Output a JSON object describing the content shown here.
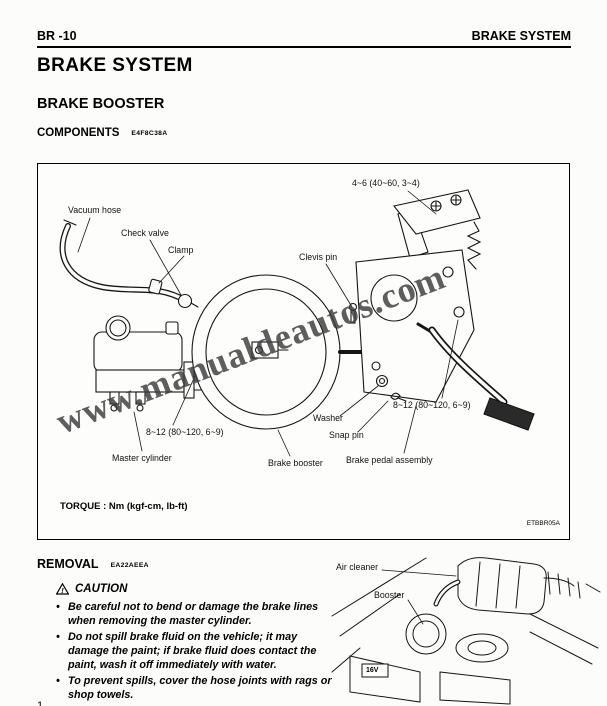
{
  "header": {
    "left": "BR -10",
    "right": "BRAKE SYSTEM"
  },
  "titles": {
    "main": "BRAKE SYSTEM",
    "section": "BRAKE BOOSTER",
    "components": "COMPONENTS",
    "components_code": "E4F8C38A"
  },
  "figure": {
    "labels": {
      "torque_top": "4~6 (40~60, 3~4)",
      "vacuum_hose": "Vacuum hose",
      "check_valve": "Check valve",
      "clamp": "Clamp",
      "clevis_pin": "Clevis pin",
      "washer": "Washer",
      "torque_right": "8~12 (80~120, 6~9)",
      "snap_pin": "Snap pin",
      "torque_left": "8~12 (80~120, 6~9)",
      "master_cylinder": "Master cylinder",
      "brake_booster": "Brake booster",
      "brake_pedal_assembly": "Brake pedal assembly"
    },
    "torque_note": "TORQUE : Nm (kgf-cm, lb-ft)",
    "code": "ETBBR05A",
    "watermark": "www.manualdeautos.com"
  },
  "removal": {
    "title": "REMOVAL",
    "code": "EA22AEEA",
    "caution_title": "CAUTION",
    "caution_items": [
      "Be careful not to bend or damage the brake lines when removing the master cylinder.",
      "Do not spill brake fluid on the vehicle; it may damage the paint; if brake fluid does contact the paint, wash it off immediately with water.",
      "To prevent spills, cover the hose joints with rags or shop towels."
    ],
    "partial_step": "1."
  },
  "figure2": {
    "labels": {
      "air_cleaner": "Air cleaner",
      "booster": "Booster"
    },
    "engine_badge": "16V"
  }
}
